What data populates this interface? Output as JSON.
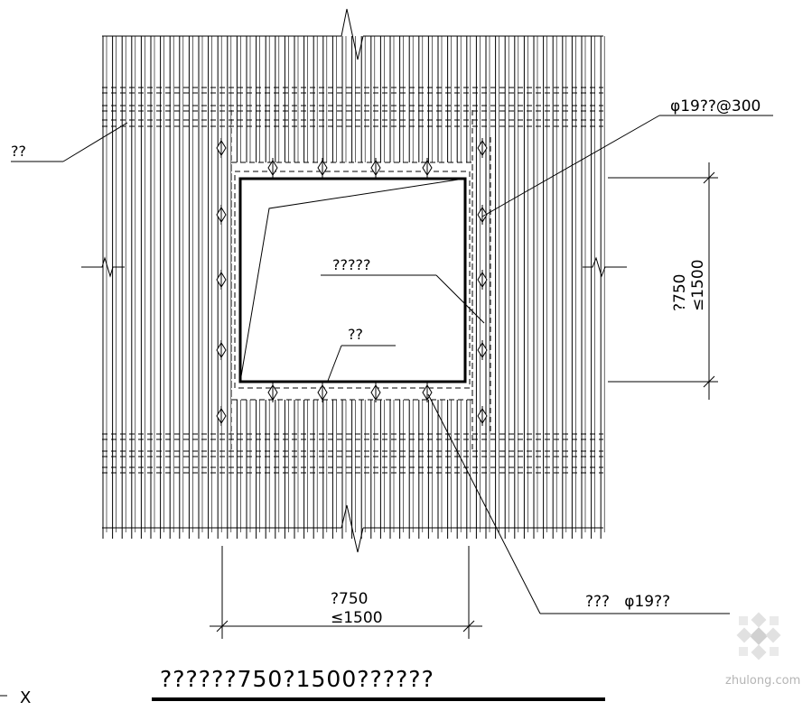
{
  "labels": {
    "left_label": "??",
    "top_right_label": "φ19??@300",
    "center_label": "?????",
    "lower_center_label": "??",
    "bottom_right_label": "???   φ19??",
    "right_dim_line1": "?750",
    "right_dim_line2": "≤1500",
    "bottom_dim_line1": "?750",
    "bottom_dim_line2": "≤1500",
    "title": "??????750?1500??????",
    "corner_mark": "X",
    "watermark_text": "zhulong.com"
  }
}
